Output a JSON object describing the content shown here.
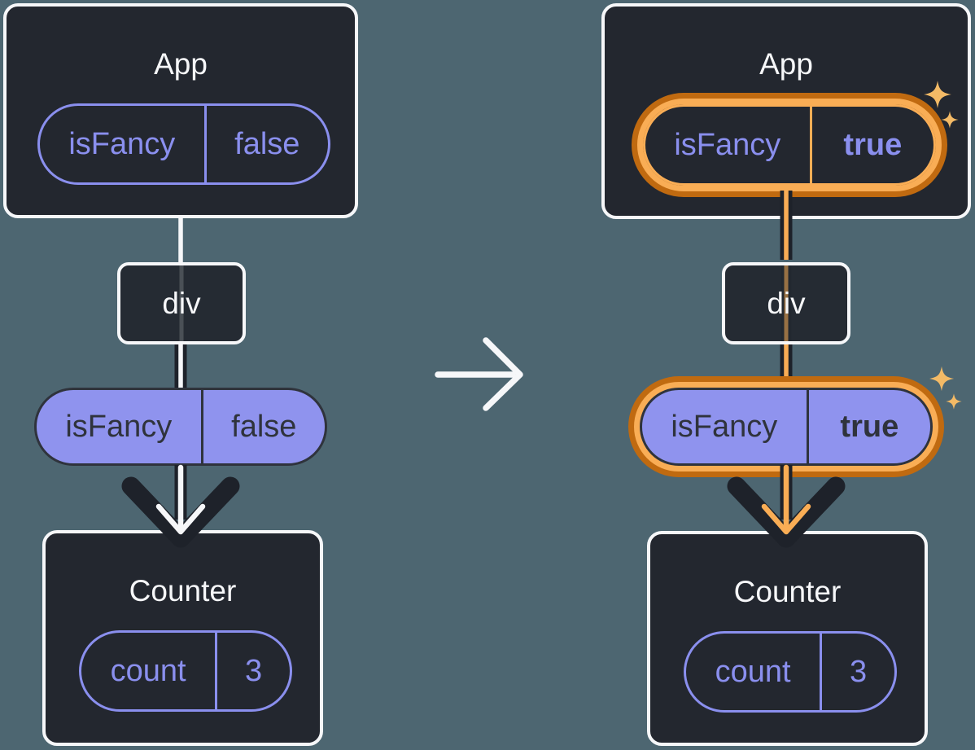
{
  "colors": {
    "bg": "#4d6671",
    "card": "#23272f",
    "white": "#f6f7f9",
    "purple": "#8a8fee",
    "purple-fill": "#8f93ee",
    "ink": "#2f333c",
    "dark": "#1e222a",
    "orange-dark": "#c06a10",
    "orange-light": "#f9ad55",
    "sparkle": "#f3ba66"
  },
  "before": {
    "app": {
      "title": "App",
      "state_key": "isFancy",
      "state_value": "false"
    },
    "dom_node": "div",
    "prop_key": "isFancy",
    "prop_value": "false",
    "counter": {
      "title": "Counter",
      "state_key": "count",
      "state_value": "3"
    }
  },
  "after": {
    "app": {
      "title": "App",
      "state_key": "isFancy",
      "state_value": "true"
    },
    "dom_node": "div",
    "prop_key": "isFancy",
    "prop_value": "true",
    "counter": {
      "title": "Counter",
      "state_key": "count",
      "state_value": "3"
    }
  }
}
